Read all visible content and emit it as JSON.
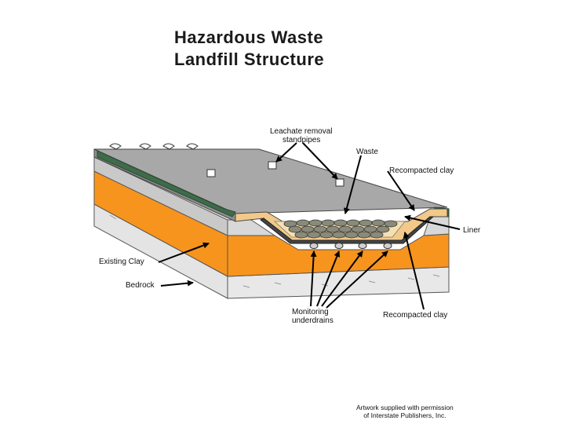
{
  "title": {
    "line1": "Hazardous Waste",
    "line2": "Landfill Structure"
  },
  "labels": {
    "leachate_line1": "Leachate removal",
    "leachate_line2": "standpipes",
    "waste": "Waste",
    "recompacted_clay_top": "Recompacted clay",
    "liner": "Liner",
    "existing_clay": "Existing Clay",
    "bedrock": "Bedrock",
    "monitoring_line1": "Monitoring",
    "monitoring_line2": "underdrains",
    "recompacted_clay_bottom": "Recompacted clay"
  },
  "credit": {
    "line1": "Artwork supplied with permission",
    "line2": "of Interstate Publishers, Inc."
  },
  "colors": {
    "cap_gray": "#a8a8a8",
    "clay_orange": "#f7941d",
    "liner_green": "#3f6b4a",
    "waste_fill": "#f2c98a",
    "bedrock_gray": "#e0e0e0"
  }
}
